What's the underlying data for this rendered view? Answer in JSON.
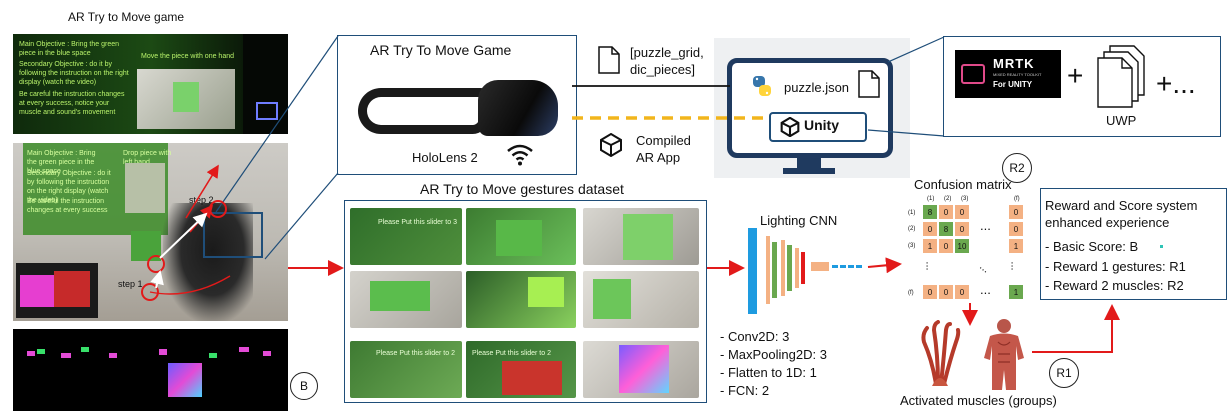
{
  "left_panel": {
    "title": "AR Try to Move game",
    "game_objective_main": "Main Objective : Bring the green piece in the blue space",
    "game_objective_secondary": "Secondary Objective : do it by following the instruction on the right display (watch the video)",
    "game_warning": "Be careful the instruction changes at every success, notice your muscle and sound's movement",
    "game_instruction": "Move the piece with one hand",
    "scene_objective_main": "Main Objective : Bring the green piece in the blue space",
    "scene_objective_secondary": "Secondary Objective : do it by following the instruction on the right display (watch the video)",
    "scene_warning": "Be careful the instruction changes at every success",
    "scene_instruction": "Drop piece with left hand",
    "step1": "step 1",
    "step2": "step 2",
    "badge_b": "B"
  },
  "holo_box": {
    "title": "AR Try To Move Game",
    "device_label": "HoloLens 2"
  },
  "file_label": "[puzzle_grid, dic_pieces]",
  "compiled_label": "Compiled AR App",
  "monitor": {
    "json_file": "puzzle.json",
    "unity_label": "Unity"
  },
  "mrtk_box": {
    "logo_title": "MRTK",
    "logo_sub": "MIXED REALITY TOOLKIT",
    "logo_for": "For UNITY",
    "plus1": "+",
    "plus2": "+...",
    "uwp_label": "UWP"
  },
  "dataset": {
    "title": "AR Try to Move gestures dataset",
    "thumb_texts": [
      "Please Put this slider to 3",
      "Please Put this slider to 2",
      "Please Put this slider to 2"
    ]
  },
  "cnn": {
    "title": "Lighting CNN",
    "layers": [
      "- Conv2D: 3",
      "- MaxPooling2D: 3",
      "- Flatten to 1D: 1",
      "- FCN: 2"
    ]
  },
  "confusion": {
    "title": "Confusion matrix",
    "badge": "R2",
    "col_labels": [
      "(1)",
      "(2)",
      "(3)",
      "(f)"
    ],
    "row_labels": [
      "(1)",
      "(2)",
      "(3)",
      "(f)"
    ],
    "rows": [
      [
        "8",
        "0",
        "0",
        "0"
      ],
      [
        "0",
        "8",
        "0",
        "0"
      ],
      [
        "1",
        "0",
        "10",
        "1"
      ],
      [
        "0",
        "0",
        "0",
        "1"
      ]
    ],
    "dots": "..."
  },
  "reward": {
    "title": "Reward and Score system enhanced experience",
    "items": [
      "- Basic Score: B",
      "- Reward 1 gestures: R1",
      "- Reward 2 muscles: R2"
    ]
  },
  "muscles": {
    "label": "Activated muscles (groups)",
    "badge": "R1"
  },
  "colors": {
    "frame_blue": "#1f4e79",
    "arrow_red": "#e21a1a",
    "dashed_yellow": "#f2b51c",
    "diag_green": "#6aa84f",
    "diag_orange": "#f4b183",
    "cnn_blue": "#1e9be0",
    "reward_teal": "#2ec4b6"
  }
}
